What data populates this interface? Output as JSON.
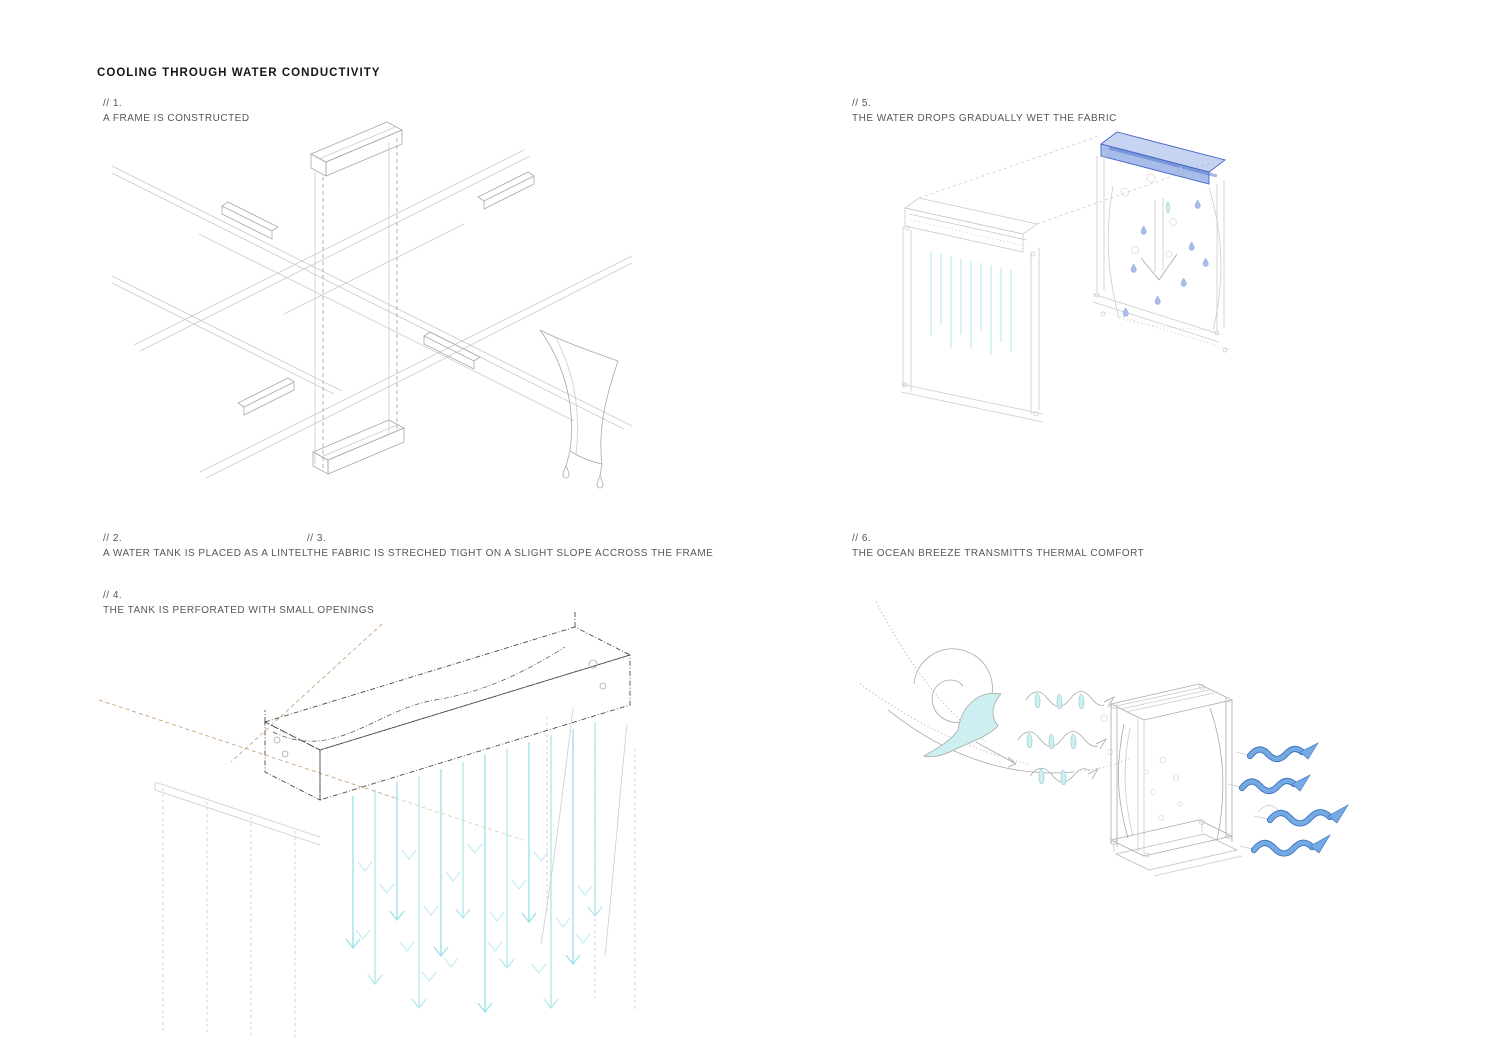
{
  "page": {
    "title": "COOLING THROUGH WATER CONDUCTIVITY",
    "background": "#ffffff"
  },
  "steps": [
    {
      "number": "// 1.",
      "caption": "A FRAME IS CONSTRUCTED"
    },
    {
      "number": "// 2.",
      "caption": "A WATER TANK IS PLACED AS A LINTEL"
    },
    {
      "number": "// 3.",
      "caption": "THE FABRIC IS STRECHED TIGHT ON A SLIGHT SLOPE ACCROSS THE FRAME"
    },
    {
      "number": "// 4.",
      "caption": "THE TANK IS PERFORATED WITH SMALL OPENINGS"
    },
    {
      "number": "// 5.",
      "caption": "THE WATER DROPS GRADUALLY WET THE FABRIC"
    },
    {
      "number": "// 6.",
      "caption": "THE OCEAN BREEZE TRANSMITTS THERMAL COMFORT"
    }
  ],
  "figures": [
    {
      "name": "frame-axonometric-drawing"
    },
    {
      "name": "wet-fabric-panels-drawing"
    },
    {
      "name": "perforated-tank-drawing"
    },
    {
      "name": "ocean-breeze-drawing"
    }
  ],
  "colors": {
    "ink": "#161616",
    "label": "#565656",
    "wire-light": "#cccccc",
    "wire-mid": "#a8a8a8",
    "wire-dark": "#4a4a4a",
    "tan": "#c49a6c",
    "cyan": "#9fe2e6",
    "cyan-faint": "#c6eef1",
    "wave-fill": "#cdeff2",
    "tank-blue": "#4466c4",
    "tank-blue-fill": "#8fa9e4",
    "drop-blue": "#aabde9",
    "ribbon-blue": "#74a9e4",
    "ribbon-blue-dark": "#3f74bd"
  }
}
